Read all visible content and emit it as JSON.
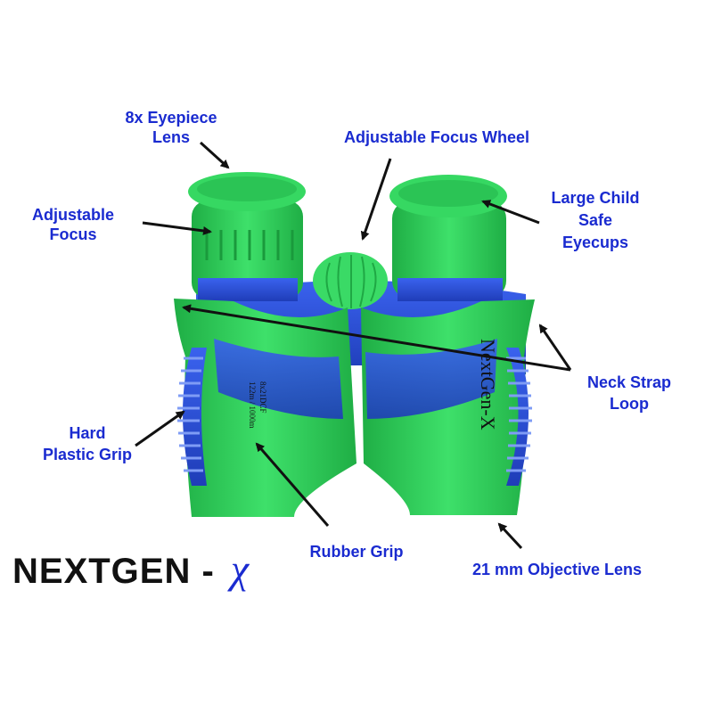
{
  "labels": {
    "eyepiece": [
      "8x Eyepiece",
      "Lens"
    ],
    "focus_wheel": [
      "Adjustable Focus Wheel"
    ],
    "adjustable_focus": [
      "Adjustable",
      "Focus"
    ],
    "eyecups": [
      "Large Child",
      "Safe",
      "Eyecups"
    ],
    "neck_strap": [
      "Neck Strap",
      "Loop"
    ],
    "hard_grip": [
      "Hard",
      "Plastic Grip"
    ],
    "rubber_grip": [
      "Rubber Grip"
    ],
    "objective": [
      "21 mm Objective Lens"
    ]
  },
  "brand": {
    "name": "NEXTGEN - ",
    "mark": "χ"
  },
  "product": {
    "body_text": "NextGen-X",
    "spec_line1": "8x21DCF",
    "spec_line2": "122m / 1000m"
  },
  "colors": {
    "label": "#1a2bd0",
    "body_green": "#2fd35a",
    "body_blue": "#2a4ed8",
    "arrow": "#111111"
  }
}
